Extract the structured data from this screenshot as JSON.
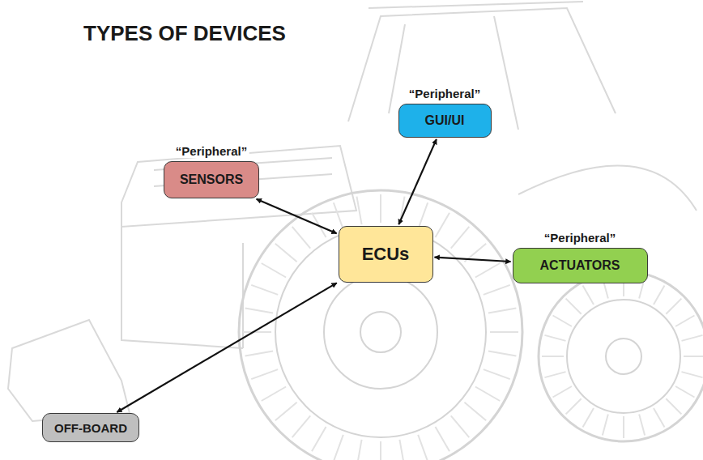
{
  "diagram": {
    "title": "TYPES OF DEVICES",
    "nodes": [
      {
        "text": [
          "“Peripheral”",
          "GUI/UI"
        ]
      },
      {
        "text": [
          "“Peripheral”",
          "SENSORS"
        ]
      },
      {
        "text": [
          "ECUs"
        ]
      },
      {
        "text": [
          "“Peripheral”",
          "ACTUATORS"
        ]
      },
      {
        "text": [
          "OFF-BOARD"
        ]
      }
    ],
    "edges": [
      {
        "from": 2,
        "to": 0,
        "arrow": "both"
      },
      {
        "from": 2,
        "to": 1,
        "arrow": "both"
      },
      {
        "from": 2,
        "to": 3,
        "arrow": "both"
      },
      {
        "from": 2,
        "to": 4,
        "arrow": "both"
      }
    ]
  }
}
